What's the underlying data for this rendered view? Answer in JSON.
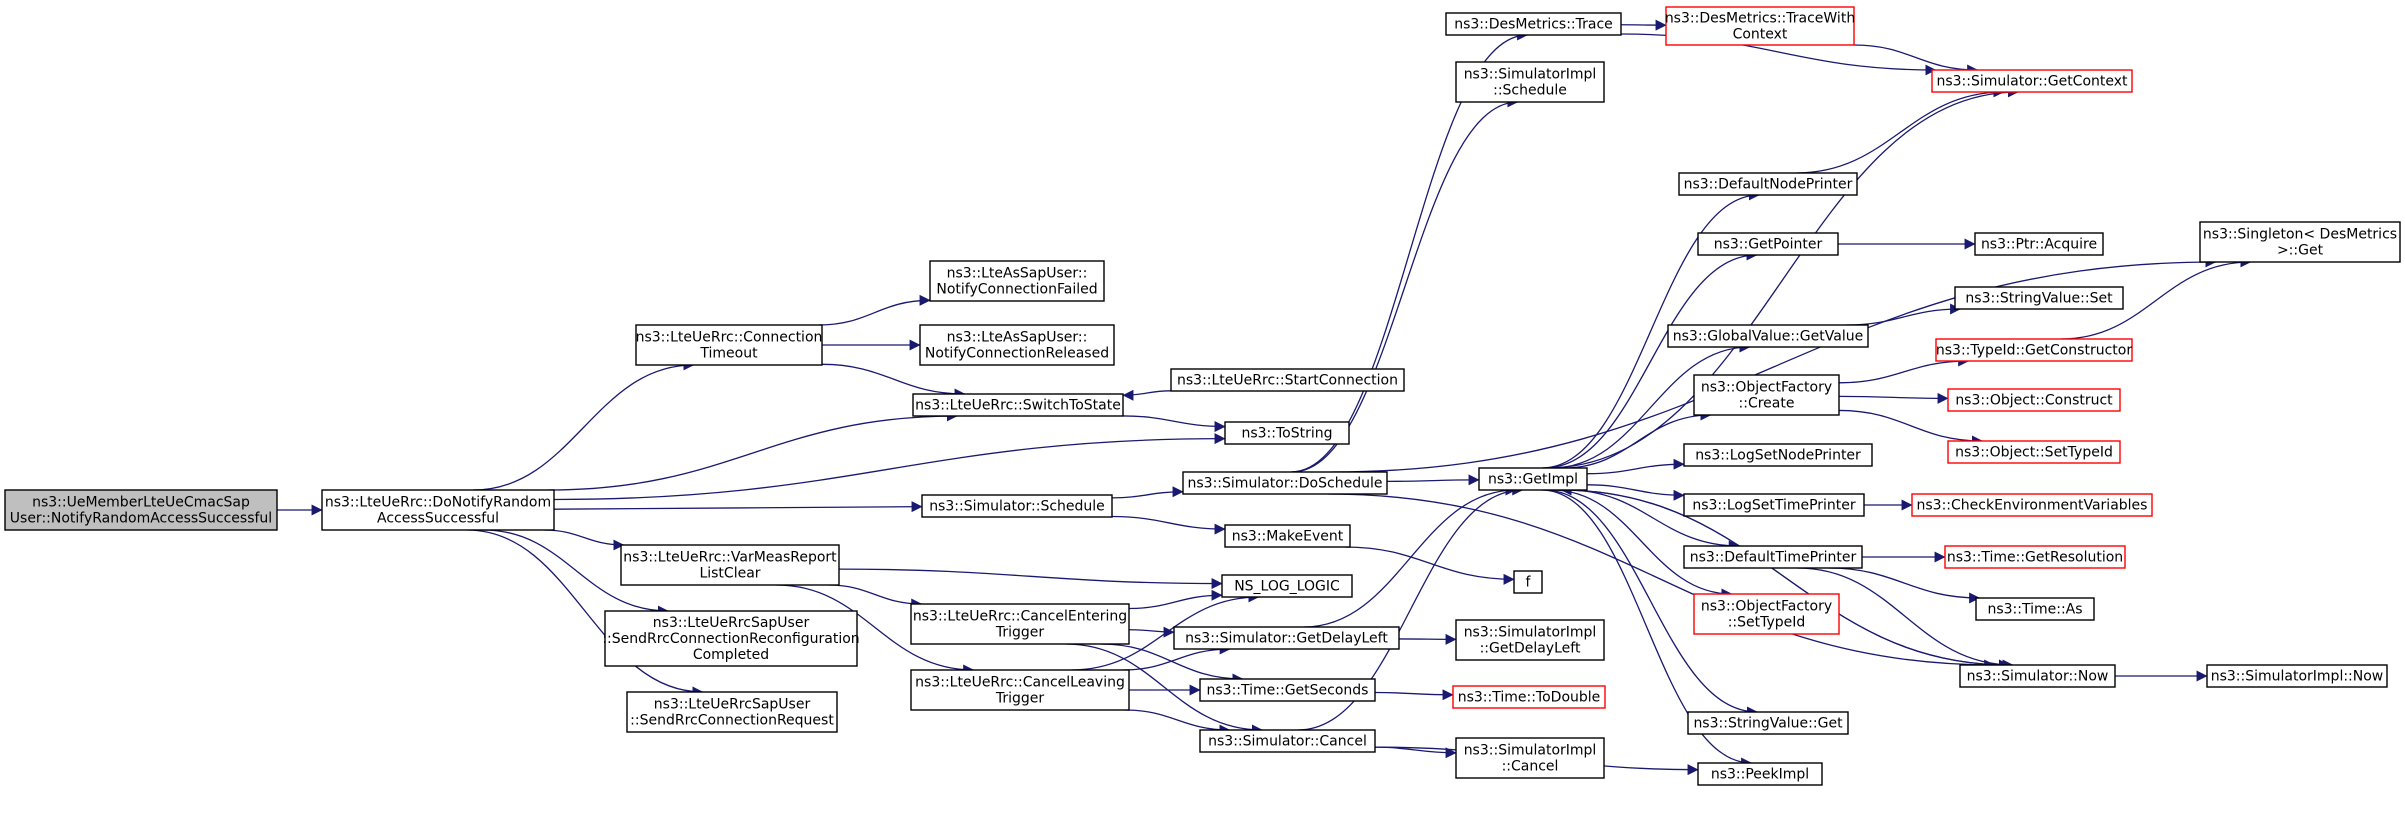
{
  "colors": {
    "edge": "#191970",
    "node_border": "#000000",
    "truncated_border": "#ff0000",
    "root_fill": "#bfbfbf",
    "node_fill": "#ffffff"
  },
  "nodes": [
    {
      "id": "root",
      "lines": [
        "ns3::UeMemberLteUeCmacSap",
        "User::NotifyRandomAccessSuccessful"
      ],
      "style": "root"
    },
    {
      "id": "dnras",
      "lines": [
        "ns3::LteUeRrc::DoNotifyRandom",
        "AccessSuccessful"
      ],
      "style": "normal"
    },
    {
      "id": "conntimeout",
      "lines": [
        "ns3::LteUeRrc::Connection",
        "Timeout"
      ],
      "style": "normal"
    },
    {
      "id": "ncf",
      "lines": [
        "ns3::LteAsSapUser::",
        "NotifyConnectionFailed"
      ],
      "style": "normal"
    },
    {
      "id": "ncr",
      "lines": [
        "ns3::LteAsSapUser::",
        "NotifyConnectionReleased"
      ],
      "style": "normal"
    },
    {
      "id": "switch",
      "lines": [
        "ns3::LteUeRrc::SwitchToState"
      ],
      "style": "normal"
    },
    {
      "id": "startconn",
      "lines": [
        "ns3::LteUeRrc::StartConnection"
      ],
      "style": "normal"
    },
    {
      "id": "tostring",
      "lines": [
        "ns3::ToString"
      ],
      "style": "normal"
    },
    {
      "id": "simsched",
      "lines": [
        "ns3::Simulator::Schedule"
      ],
      "style": "normal"
    },
    {
      "id": "dosched",
      "lines": [
        "ns3::Simulator::DoSchedule"
      ],
      "style": "normal"
    },
    {
      "id": "makeevent",
      "lines": [
        "ns3::MakeEvent"
      ],
      "style": "normal"
    },
    {
      "id": "f",
      "lines": [
        "f"
      ],
      "style": "normal"
    },
    {
      "id": "varmeas",
      "lines": [
        "ns3::LteUeRrc::VarMeasReport",
        "ListClear"
      ],
      "style": "normal"
    },
    {
      "id": "nslog",
      "lines": [
        "NS_LOG_LOGIC"
      ],
      "style": "normal"
    },
    {
      "id": "sendreconf",
      "lines": [
        "ns3::LteUeRrcSapUser",
        "::SendRrcConnectionReconfiguration",
        "Completed"
      ],
      "style": "normal"
    },
    {
      "id": "sendreq",
      "lines": [
        "ns3::LteUeRrcSapUser",
        "::SendRrcConnectionRequest"
      ],
      "style": "normal"
    },
    {
      "id": "cancelenter",
      "lines": [
        "ns3::LteUeRrc::CancelEntering",
        "Trigger"
      ],
      "style": "normal"
    },
    {
      "id": "cancelleave",
      "lines": [
        "ns3::LteUeRrc::CancelLeaving",
        "Trigger"
      ],
      "style": "normal"
    },
    {
      "id": "getdelayleft",
      "lines": [
        "ns3::Simulator::GetDelayLeft"
      ],
      "style": "normal"
    },
    {
      "id": "sigetdelay",
      "lines": [
        "ns3::SimulatorImpl",
        "::GetDelayLeft"
      ],
      "style": "normal"
    },
    {
      "id": "getseconds",
      "lines": [
        "ns3::Time::GetSeconds"
      ],
      "style": "normal"
    },
    {
      "id": "todouble",
      "lines": [
        "ns3::Time::ToDouble"
      ],
      "style": "truncated"
    },
    {
      "id": "simcancel",
      "lines": [
        "ns3::Simulator::Cancel"
      ],
      "style": "normal"
    },
    {
      "id": "sicancel",
      "lines": [
        "ns3::SimulatorImpl",
        "::Cancel"
      ],
      "style": "normal"
    },
    {
      "id": "destrace",
      "lines": [
        "ns3::DesMetrics::Trace"
      ],
      "style": "normal"
    },
    {
      "id": "destracectx",
      "lines": [
        "ns3::DesMetrics::TraceWith",
        "Context"
      ],
      "style": "truncated"
    },
    {
      "id": "getcontext",
      "lines": [
        "ns3::Simulator::GetContext"
      ],
      "style": "truncated"
    },
    {
      "id": "sischedule",
      "lines": [
        "ns3::SimulatorImpl",
        "::Schedule"
      ],
      "style": "normal"
    },
    {
      "id": "getimpl",
      "lines": [
        "ns3::GetImpl"
      ],
      "style": "normal"
    },
    {
      "id": "defnodeprinter",
      "lines": [
        "ns3::DefaultNodePrinter"
      ],
      "style": "normal"
    },
    {
      "id": "getpointer",
      "lines": [
        "ns3::GetPointer"
      ],
      "style": "normal"
    },
    {
      "id": "ptracquire",
      "lines": [
        "ns3::Ptr::Acquire"
      ],
      "style": "normal"
    },
    {
      "id": "gvgetvalue",
      "lines": [
        "ns3::GlobalValue::GetValue"
      ],
      "style": "normal"
    },
    {
      "id": "svset",
      "lines": [
        "ns3::StringValue::Set"
      ],
      "style": "normal"
    },
    {
      "id": "ofcreate",
      "lines": [
        "ns3::ObjectFactory",
        "::Create"
      ],
      "style": "normal"
    },
    {
      "id": "typeidgetctor",
      "lines": [
        "ns3::TypeId::GetConstructor"
      ],
      "style": "truncated"
    },
    {
      "id": "objconstruct",
      "lines": [
        "ns3::Object::Construct"
      ],
      "style": "truncated"
    },
    {
      "id": "objsettypeid",
      "lines": [
        "ns3::Object::SetTypeId"
      ],
      "style": "truncated"
    },
    {
      "id": "singleton",
      "lines": [
        "ns3::Singleton< DesMetrics",
        " >::Get"
      ],
      "style": "normal"
    },
    {
      "id": "logsetnode",
      "lines": [
        "ns3::LogSetNodePrinter"
      ],
      "style": "normal"
    },
    {
      "id": "logsettime",
      "lines": [
        "ns3::LogSetTimePrinter"
      ],
      "style": "normal"
    },
    {
      "id": "checkenv",
      "lines": [
        "ns3::CheckEnvironmentVariables"
      ],
      "style": "truncated"
    },
    {
      "id": "deftimeprinter",
      "lines": [
        "ns3::DefaultTimePrinter"
      ],
      "style": "normal"
    },
    {
      "id": "getres",
      "lines": [
        "ns3::Time::GetResolution"
      ],
      "style": "truncated"
    },
    {
      "id": "timeas",
      "lines": [
        "ns3::Time::As"
      ],
      "style": "normal"
    },
    {
      "id": "ofsettypeid",
      "lines": [
        "ns3::ObjectFactory",
        "::SetTypeId"
      ],
      "style": "truncated"
    },
    {
      "id": "simnow",
      "lines": [
        "ns3::Simulator::Now"
      ],
      "style": "normal"
    },
    {
      "id": "sinow",
      "lines": [
        "ns3::SimulatorImpl::Now"
      ],
      "style": "normal"
    },
    {
      "id": "svget",
      "lines": [
        "ns3::StringValue::Get"
      ],
      "style": "normal"
    },
    {
      "id": "peekimpl",
      "lines": [
        "ns3::PeekImpl"
      ],
      "style": "normal"
    }
  ],
  "edges": [
    [
      "root",
      "dnras"
    ],
    [
      "dnras",
      "conntimeout"
    ],
    [
      "dnras",
      "switch"
    ],
    [
      "dnras",
      "tostring"
    ],
    [
      "dnras",
      "simsched"
    ],
    [
      "dnras",
      "varmeas"
    ],
    [
      "dnras",
      "sendreconf"
    ],
    [
      "dnras",
      "sendreq"
    ],
    [
      "conntimeout",
      "ncf"
    ],
    [
      "conntimeout",
      "ncr"
    ],
    [
      "conntimeout",
      "switch"
    ],
    [
      "startconn",
      "switch"
    ],
    [
      "switch",
      "tostring"
    ],
    [
      "simsched",
      "dosched"
    ],
    [
      "simsched",
      "makeevent"
    ],
    [
      "makeevent",
      "f"
    ],
    [
      "varmeas",
      "nslog"
    ],
    [
      "varmeas",
      "cancelenter"
    ],
    [
      "varmeas",
      "cancelleave"
    ],
    [
      "cancelenter",
      "nslog"
    ],
    [
      "cancelenter",
      "getdelayleft"
    ],
    [
      "cancelenter",
      "getseconds"
    ],
    [
      "cancelenter",
      "simcancel"
    ],
    [
      "cancelleave",
      "nslog"
    ],
    [
      "cancelleave",
      "getdelayleft"
    ],
    [
      "cancelleave",
      "getseconds"
    ],
    [
      "cancelleave",
      "simcancel"
    ],
    [
      "getdelayleft",
      "getimpl"
    ],
    [
      "getdelayleft",
      "sigetdelay"
    ],
    [
      "getseconds",
      "todouble"
    ],
    [
      "simcancel",
      "getimpl"
    ],
    [
      "simcancel",
      "sicancel"
    ],
    [
      "simcancel",
      "peekimpl"
    ],
    [
      "dosched",
      "destrace"
    ],
    [
      "dosched",
      "sischedule"
    ],
    [
      "dosched",
      "getimpl"
    ],
    [
      "dosched",
      "singleton"
    ],
    [
      "dosched",
      "simnow"
    ],
    [
      "destrace",
      "destracectx"
    ],
    [
      "destrace",
      "getcontext"
    ],
    [
      "destracectx",
      "getcontext"
    ],
    [
      "getimpl",
      "getcontext"
    ],
    [
      "getimpl",
      "defnodeprinter"
    ],
    [
      "getimpl",
      "getpointer"
    ],
    [
      "getimpl",
      "gvgetvalue"
    ],
    [
      "getimpl",
      "ofcreate"
    ],
    [
      "getimpl",
      "logsetnode"
    ],
    [
      "getimpl",
      "logsettime"
    ],
    [
      "getimpl",
      "deftimeprinter"
    ],
    [
      "getimpl",
      "ofsettypeid"
    ],
    [
      "getimpl",
      "svget"
    ],
    [
      "getimpl",
      "peekimpl"
    ],
    [
      "getimpl",
      "simnow"
    ],
    [
      "defnodeprinter",
      "getcontext"
    ],
    [
      "getpointer",
      "ptracquire"
    ],
    [
      "gvgetvalue",
      "svset"
    ],
    [
      "ofcreate",
      "typeidgetctor"
    ],
    [
      "ofcreate",
      "objconstruct"
    ],
    [
      "ofcreate",
      "objsettypeid"
    ],
    [
      "typeidgetctor",
      "singleton"
    ],
    [
      "logsettime",
      "checkenv"
    ],
    [
      "deftimeprinter",
      "getres"
    ],
    [
      "deftimeprinter",
      "timeas"
    ],
    [
      "deftimeprinter",
      "simnow"
    ],
    [
      "simnow",
      "getimpl"
    ],
    [
      "simnow",
      "sinow"
    ]
  ]
}
